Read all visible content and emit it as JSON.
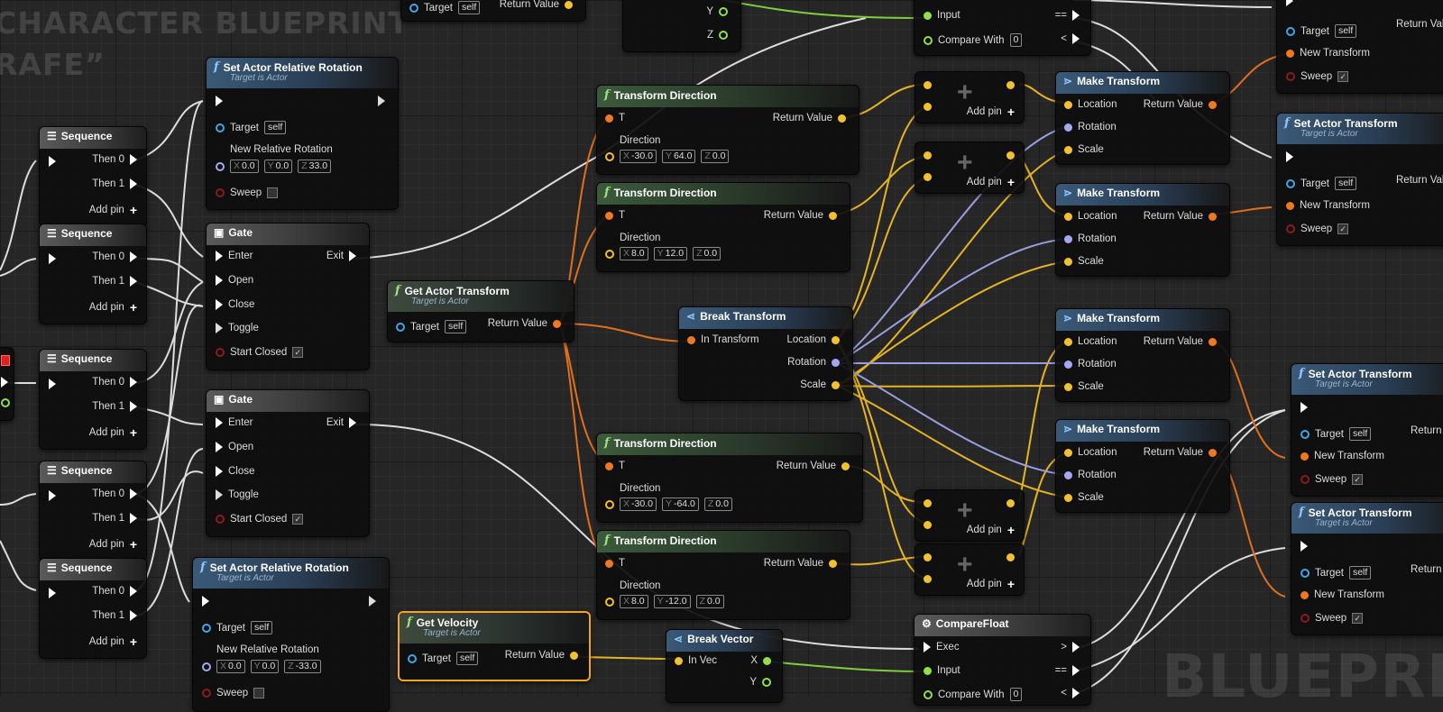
{
  "watermarks": {
    "top_line1": "CHARACTER BLUEPRINT",
    "top_line2": "RAFE”",
    "bottom": "BLUEPRIN"
  },
  "labels": {
    "sequence": "Sequence",
    "then0": "Then 0",
    "then1": "Then 1",
    "add_pin": "Add pin",
    "set_rel_rot": "Set Actor Relative Rotation",
    "target_is_actor": "Target is Actor",
    "target": "Target",
    "self": "self",
    "new_rel_rot": "New Relative Rotation",
    "sweep": "Sweep",
    "gate": "Gate",
    "enter": "Enter",
    "exit": "Exit",
    "open": "Open",
    "close": "Close",
    "toggle": "Toggle",
    "start_closed": "Start Closed",
    "get_actor_transform": "Get Actor Transform",
    "return_value": "Return Value",
    "transform_direction": "Transform Direction",
    "t": "T",
    "direction": "Direction",
    "break_transform": "Break Transform",
    "in_transform": "In Transform",
    "location": "Location",
    "rotation": "Rotation",
    "scale": "Scale",
    "make_transform": "Make Transform",
    "set_actor_transform": "Set Actor Transform",
    "new_transform": "New Transform",
    "get_velocity": "Get Velocity",
    "break_vector": "Break Vector",
    "in_vec": "In Vec",
    "x": "X",
    "y": "Y",
    "z": "Z",
    "compare_float": "CompareFloat",
    "exec": "Exec",
    "input": "Input",
    "compare_with": "Compare With",
    "gt": ">",
    "eq": "==",
    "lt": "<",
    "return_v": "Return V"
  },
  "values": {
    "rot1": {
      "x": "0.0",
      "y": "0.0",
      "z": "33.0"
    },
    "rot2": {
      "x": "0.0",
      "y": "0.0",
      "z": "-33.0"
    },
    "td1": {
      "x": "-30.0",
      "y": "64.0",
      "z": "0.0"
    },
    "td2": {
      "x": "8.0",
      "y": "12.0",
      "z": "0.0"
    },
    "td3": {
      "x": "-30.0",
      "y": "-64.0",
      "z": "0.0"
    },
    "td4": {
      "x": "8.0",
      "y": "-12.0",
      "z": "0.0"
    },
    "compare_with_top": "0",
    "compare_with_bottom": "0"
  },
  "colors": {
    "exec": "#ffffff",
    "transform": "#f07820",
    "vector": "#f2c12e",
    "rotator": "#a4a8f0",
    "float": "#8fe04a",
    "object": "#3fa6e8",
    "bool": "#8a1c1c"
  }
}
